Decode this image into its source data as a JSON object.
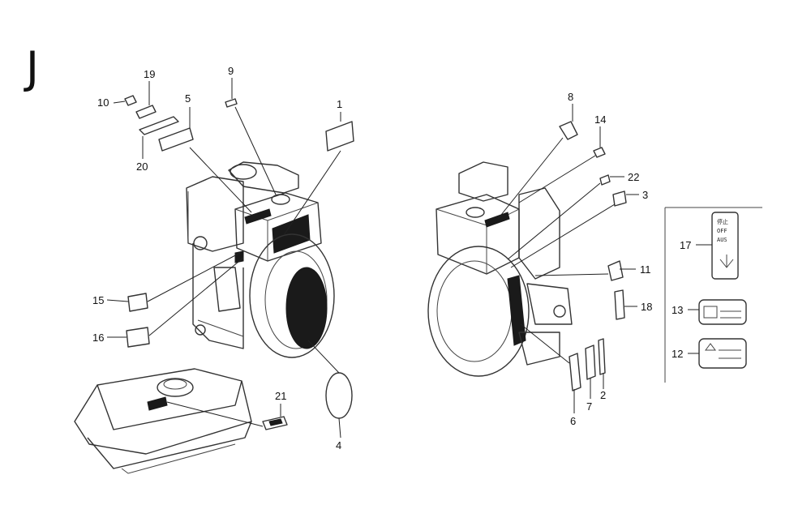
{
  "section_letter": "J",
  "callouts": [
    {
      "id": "c1",
      "text": "1"
    },
    {
      "id": "c2",
      "text": "2"
    },
    {
      "id": "c3",
      "text": "3"
    },
    {
      "id": "c4",
      "text": "4"
    },
    {
      "id": "c5",
      "text": "5"
    },
    {
      "id": "c6",
      "text": "6"
    },
    {
      "id": "c7",
      "text": "7"
    },
    {
      "id": "c8",
      "text": "8"
    },
    {
      "id": "c9",
      "text": "9"
    },
    {
      "id": "c10",
      "text": "10"
    },
    {
      "id": "c11",
      "text": "11"
    },
    {
      "id": "c12",
      "text": "12"
    },
    {
      "id": "c13",
      "text": "13"
    },
    {
      "id": "c14",
      "text": "14"
    },
    {
      "id": "c15",
      "text": "15"
    },
    {
      "id": "c16",
      "text": "16"
    },
    {
      "id": "c17",
      "text": "17"
    },
    {
      "id": "c18",
      "text": "18"
    },
    {
      "id": "c19",
      "text": "19"
    },
    {
      "id": "c20",
      "text": "20"
    },
    {
      "id": "c21",
      "text": "21"
    },
    {
      "id": "c22",
      "text": "22"
    }
  ],
  "switch_label": {
    "line1": "停止",
    "line2": "OFF",
    "line3": "AUS"
  }
}
